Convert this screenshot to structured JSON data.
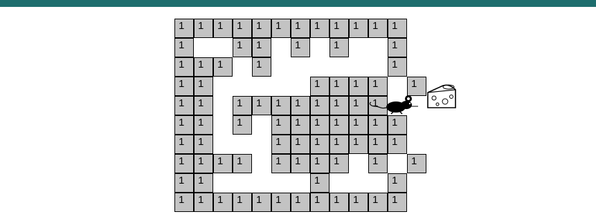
{
  "header": {
    "bar_color": "#1e6e6e"
  },
  "maze": {
    "cell_label": "1",
    "cell_color": "#c3c3c3",
    "rows": [
      "111111111111",
      "1..11.1.1..1",
      "111.1......1",
      "11.....1111.1",
      "11.11111111.",
      "11.1.1111111",
      "11...1111111",
      "1111.1111.1.1",
      "11.....1...1",
      "111111111111"
    ]
  },
  "icons": {
    "mouse": "mouse-icon",
    "cheese": "cheese-icon"
  }
}
